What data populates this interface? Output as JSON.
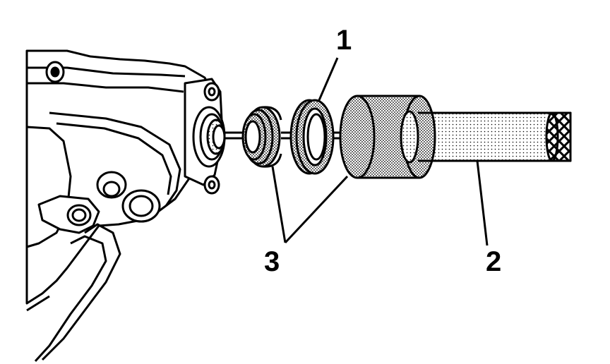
{
  "diagram": {
    "callouts": [
      {
        "id": "callout-1",
        "text": "1"
      },
      {
        "id": "callout-2",
        "text": "2"
      },
      {
        "id": "callout-3",
        "text": "3"
      }
    ],
    "colors": {
      "ink": "#000000",
      "paper": "#ffffff",
      "stipple": "#000000"
    }
  }
}
